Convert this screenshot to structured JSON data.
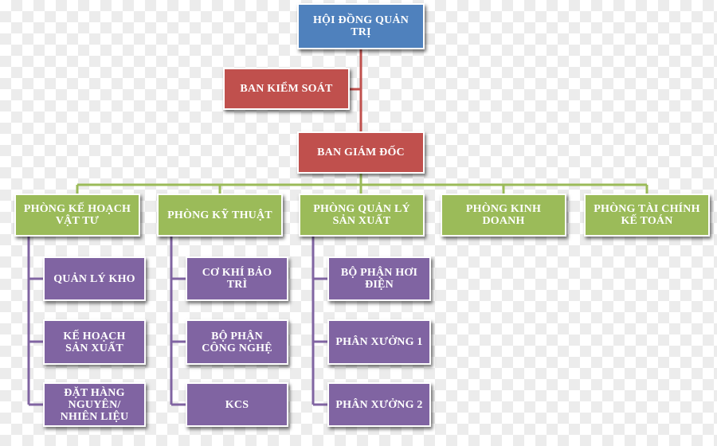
{
  "org_chart": {
    "board": {
      "label": "HỘI ĐỒNG QUẢN TRỊ",
      "color": "#4f81bd"
    },
    "supervisory": {
      "label": "BAN KIỂM SOÁT",
      "color": "#c0504d"
    },
    "directors": {
      "label": "BAN GIÁM ĐỐC",
      "color": "#c0504d"
    },
    "departments": [
      {
        "label": "PHÒNG KẾ HOẠCH VẬT TƯ",
        "children": [
          "QUẢN LÝ KHO",
          "KẾ HOẠCH SẢN XUẤT",
          "ĐẶT HÀNG NGUYÊN/ NHIÊN LIỆU"
        ]
      },
      {
        "label": "PHÒNG KỸ THUẬT",
        "children": [
          "CƠ KHÍ BẢO TRÌ",
          "BỘ PHẬN CÔNG NGHỆ",
          "KCS"
        ]
      },
      {
        "label": "PHÒNG QUẢN LÝ SẢN XUẤT",
        "children": [
          "BỘ PHẬN HƠI ĐIỆN",
          "PHÂN XƯỞNG 1",
          "PHÂN XƯỞNG 2"
        ]
      },
      {
        "label": "PHÒNG KINH DOANH",
        "children": []
      },
      {
        "label": "PHÒNG TÀI CHÍNH KẾ TOÁN",
        "children": []
      }
    ],
    "colors": {
      "department": "#9bbb59",
      "sub_unit": "#8064a2"
    }
  }
}
